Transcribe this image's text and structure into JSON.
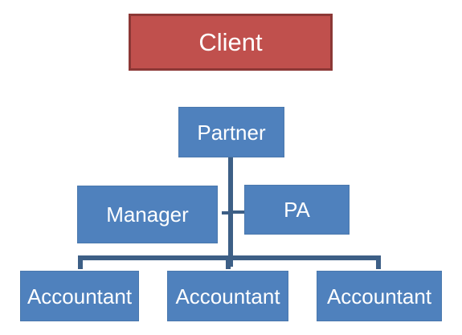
{
  "diagram": {
    "client": "Client",
    "partner": "Partner",
    "manager": "Manager",
    "pa": "PA",
    "accountants": [
      "Accountant",
      "Accountant",
      "Accountant"
    ]
  },
  "colors": {
    "client_fill": "#c0504d",
    "client_border": "#8c3836",
    "node_fill": "#4f81bd",
    "connector": "#3d5f86",
    "text": "#ffffff"
  }
}
